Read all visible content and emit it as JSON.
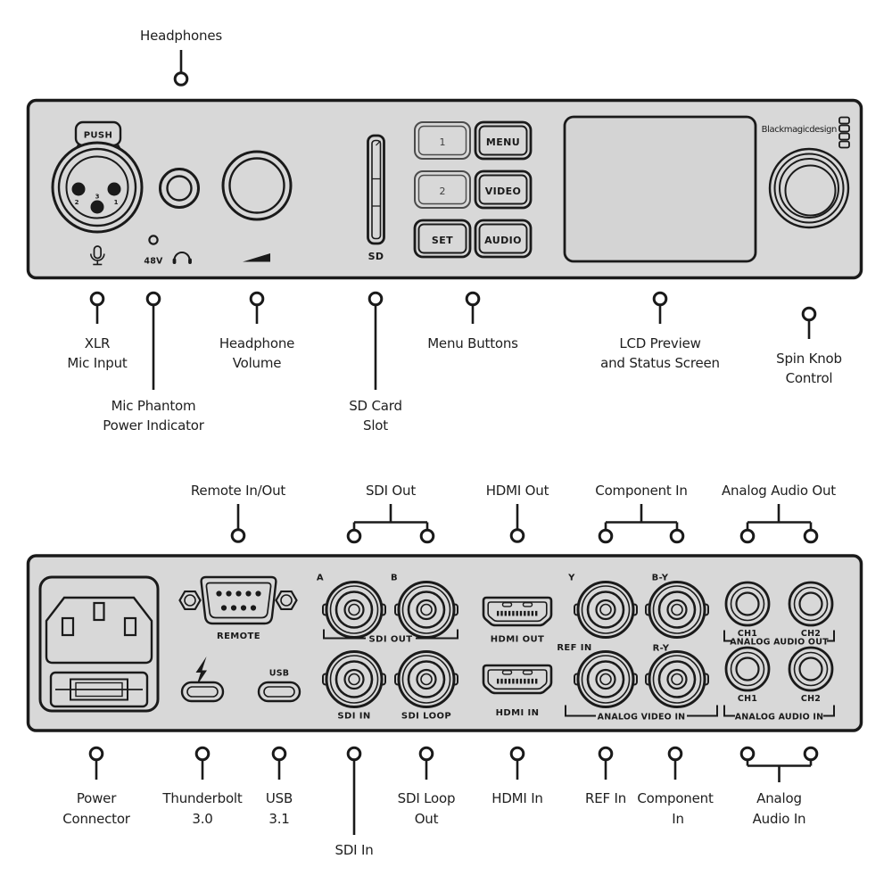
{
  "colors": {
    "bg": "#ffffff",
    "panel-fill": "#d8d8d8",
    "ink": "#1a1a1a",
    "label-ink": "#202020"
  },
  "front": {
    "top_callout": {
      "label": "Headphones"
    },
    "panel": {
      "push": "PUSH",
      "pin2": "2",
      "pin3": "3",
      "pin1": "1",
      "phantom": "48V",
      "sd": "SD",
      "btn_1": "1",
      "btn_menu": "MENU",
      "btn_2": "2",
      "btn_video": "VIDEO",
      "btn_set": "SET",
      "btn_audio": "AUDIO",
      "logo": "Blackmagicdesign"
    },
    "callouts": [
      {
        "id": "xlr-mic-input",
        "lines": [
          "XLR",
          "Mic Input"
        ]
      },
      {
        "id": "mic-phantom-power-indicator",
        "lines": [
          "Mic Phantom",
          "Power Indicator"
        ]
      },
      {
        "id": "headphone-volume",
        "lines": [
          "Headphone",
          "Volume"
        ]
      },
      {
        "id": "sd-card-slot",
        "lines": [
          "SD Card",
          "Slot"
        ]
      },
      {
        "id": "menu-buttons",
        "lines": [
          "Menu Buttons"
        ]
      },
      {
        "id": "lcd-preview-status-screen",
        "lines": [
          "LCD Preview",
          "and Status Screen"
        ]
      },
      {
        "id": "spin-knob-control",
        "lines": [
          "Spin Knob",
          "Control"
        ]
      }
    ]
  },
  "rear": {
    "callouts_above": [
      {
        "id": "remote-in-out",
        "lines": [
          "Remote In/Out"
        ]
      },
      {
        "id": "sdi-out",
        "lines": [
          "SDI Out"
        ]
      },
      {
        "id": "hdmi-out",
        "lines": [
          "HDMI Out"
        ]
      },
      {
        "id": "component-in",
        "lines": [
          "Component In"
        ]
      },
      {
        "id": "analog-audio-out",
        "lines": [
          "Analog Audio Out"
        ]
      }
    ],
    "panel": {
      "remote": "REMOTE",
      "usb": "USB",
      "sdi_a": "A",
      "sdi_b": "B",
      "sdi_out": "SDI OUT",
      "sdi_in": "SDI IN",
      "sdi_loop": "SDI LOOP",
      "hdmi_out": "HDMI OUT",
      "hdmi_in": "HDMI IN",
      "y": "Y",
      "b_y": "B-Y",
      "r_y": "R-Y",
      "ref_in": "REF IN",
      "analog_video_in": "ANALOG VIDEO IN",
      "ch1": "CH1",
      "ch2": "CH2",
      "analog_audio_out": "ANALOG AUDIO OUT",
      "analog_audio_in": "ANALOG AUDIO IN"
    },
    "callouts_below": [
      {
        "id": "power-connector",
        "lines": [
          "Power",
          "Connector"
        ]
      },
      {
        "id": "thunderbolt-3-0",
        "lines": [
          "Thunderbolt",
          "3.0"
        ]
      },
      {
        "id": "usb-3-1",
        "lines": [
          "USB",
          "3.1"
        ]
      },
      {
        "id": "sdi-in",
        "lines": [
          "SDI In"
        ]
      },
      {
        "id": "sdi-loop-out",
        "lines": [
          "SDI Loop",
          "Out"
        ]
      },
      {
        "id": "hdmi-in",
        "lines": [
          "HDMI In"
        ]
      },
      {
        "id": "ref-in",
        "lines": [
          "REF In"
        ]
      },
      {
        "id": "component-in-below",
        "lines": [
          "Component",
          "In"
        ]
      },
      {
        "id": "analog-audio-in",
        "lines": [
          "Analog",
          "Audio In"
        ]
      }
    ]
  }
}
